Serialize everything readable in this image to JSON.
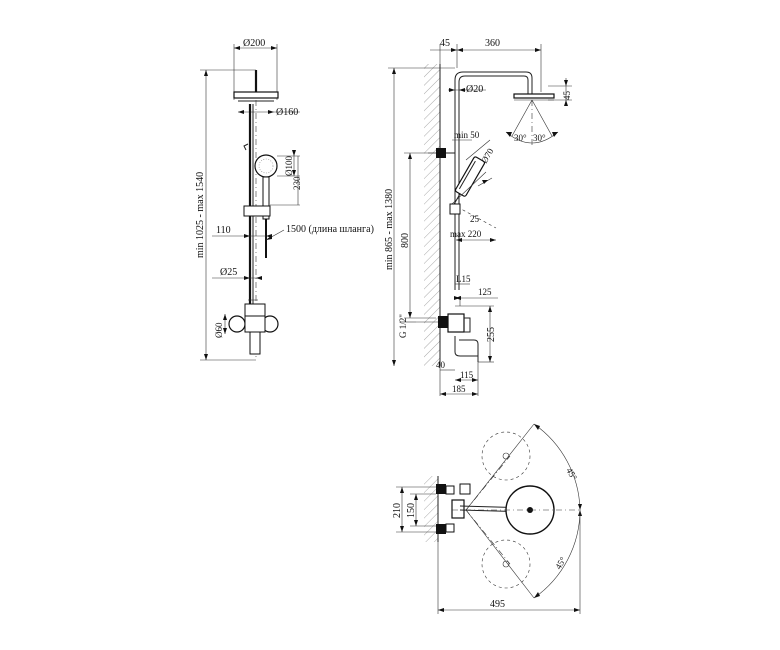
{
  "front_view": {
    "d200": "Ø200",
    "d160": "Ø160",
    "d100": "Ø100",
    "h230": "230",
    "hose": "1500 (длина шланга)",
    "w110": "110",
    "d25": "Ø25",
    "d60": "Ø60",
    "height_range": "min 1025 - max 1540"
  },
  "side_view": {
    "w45": "45",
    "w360": "360",
    "h45": "45",
    "d20": "Ø20",
    "a30l": "30°",
    "a30r": "30°",
    "min50": "min 50",
    "d70": "Ø70",
    "a25": "25",
    "max220": "max 220",
    "h800": "800",
    "height_range": "min 865 - max 1380",
    "l15": "L15",
    "w125": "125",
    "g12": "G 1/2\"",
    "h255": "255",
    "w40": "40",
    "w115": "115",
    "w185": "185"
  },
  "top_view": {
    "h210": "210",
    "h150": "150",
    "a45top": "45°",
    "a45bot": "45°",
    "w495": "495"
  }
}
